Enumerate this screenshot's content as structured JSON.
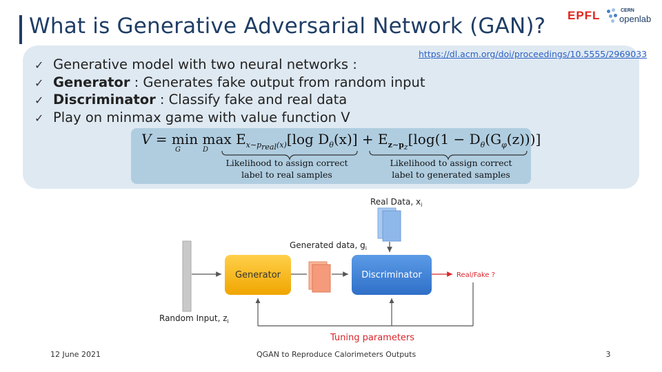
{
  "slide": {
    "title": "What is Generative Adversarial Network (GAN)?",
    "reference_link": "https://dl.acm.org/doi/proceedings/10.5555/2969033",
    "bullets": [
      {
        "bold": "",
        "text": "Generative model with two neural networks :"
      },
      {
        "bold": "Generator",
        "text": " : Generates fake output from  random input"
      },
      {
        "bold": "Discriminator",
        "text": " : Classify fake and real data"
      },
      {
        "bold": "",
        "text": "Play on minmax game with value function V"
      }
    ],
    "check_glyph": "✓"
  },
  "logos": {
    "epfl": "EPFL",
    "cern": "CERN",
    "openlab": "openlab"
  },
  "formula": {
    "V": "V",
    "eq": " = min max ",
    "G": "G",
    "D": "D",
    "E1": "E",
    "sub1": "x∼p",
    "sub1b": "real",
    "sub1c": "(x)",
    "term1": "[log D",
    "theta": "θ",
    "term1b": "(x)] + ",
    "E2": "E",
    "sub2": "z∼p",
    "sub2b": "z",
    "term2": "[log(1 − D",
    "term2b": "(G",
    "phi": "φ",
    "term2c": "(z)))]"
  },
  "notes": {
    "real_line1": "Likelihood to assign correct",
    "real_line2": "label to real samples",
    "gen_line1": "Likelihood to assign correct",
    "gen_line2": "label to generated samples"
  },
  "diagram": {
    "real_data": "Real Data, x",
    "real_sub": "i",
    "generated_data": "Generated data, g",
    "generated_sub": "i",
    "random_input": "Random Input, z",
    "random_sub": "i",
    "generator": "Generator",
    "discriminator": "Discriminator",
    "output": "Real/Fake ?",
    "tuning": "Tuning parameters",
    "colors": {
      "generator": "#f5b400",
      "discriminator": "#3d7fd6",
      "generated_sample": "#f59a7a",
      "real_sample": "#8fb8ea",
      "accent": "#d9262c"
    }
  },
  "footer": {
    "date": "12 June 2021",
    "title": "QGAN to Reproduce Calorimeters Outputs",
    "page": "3"
  }
}
